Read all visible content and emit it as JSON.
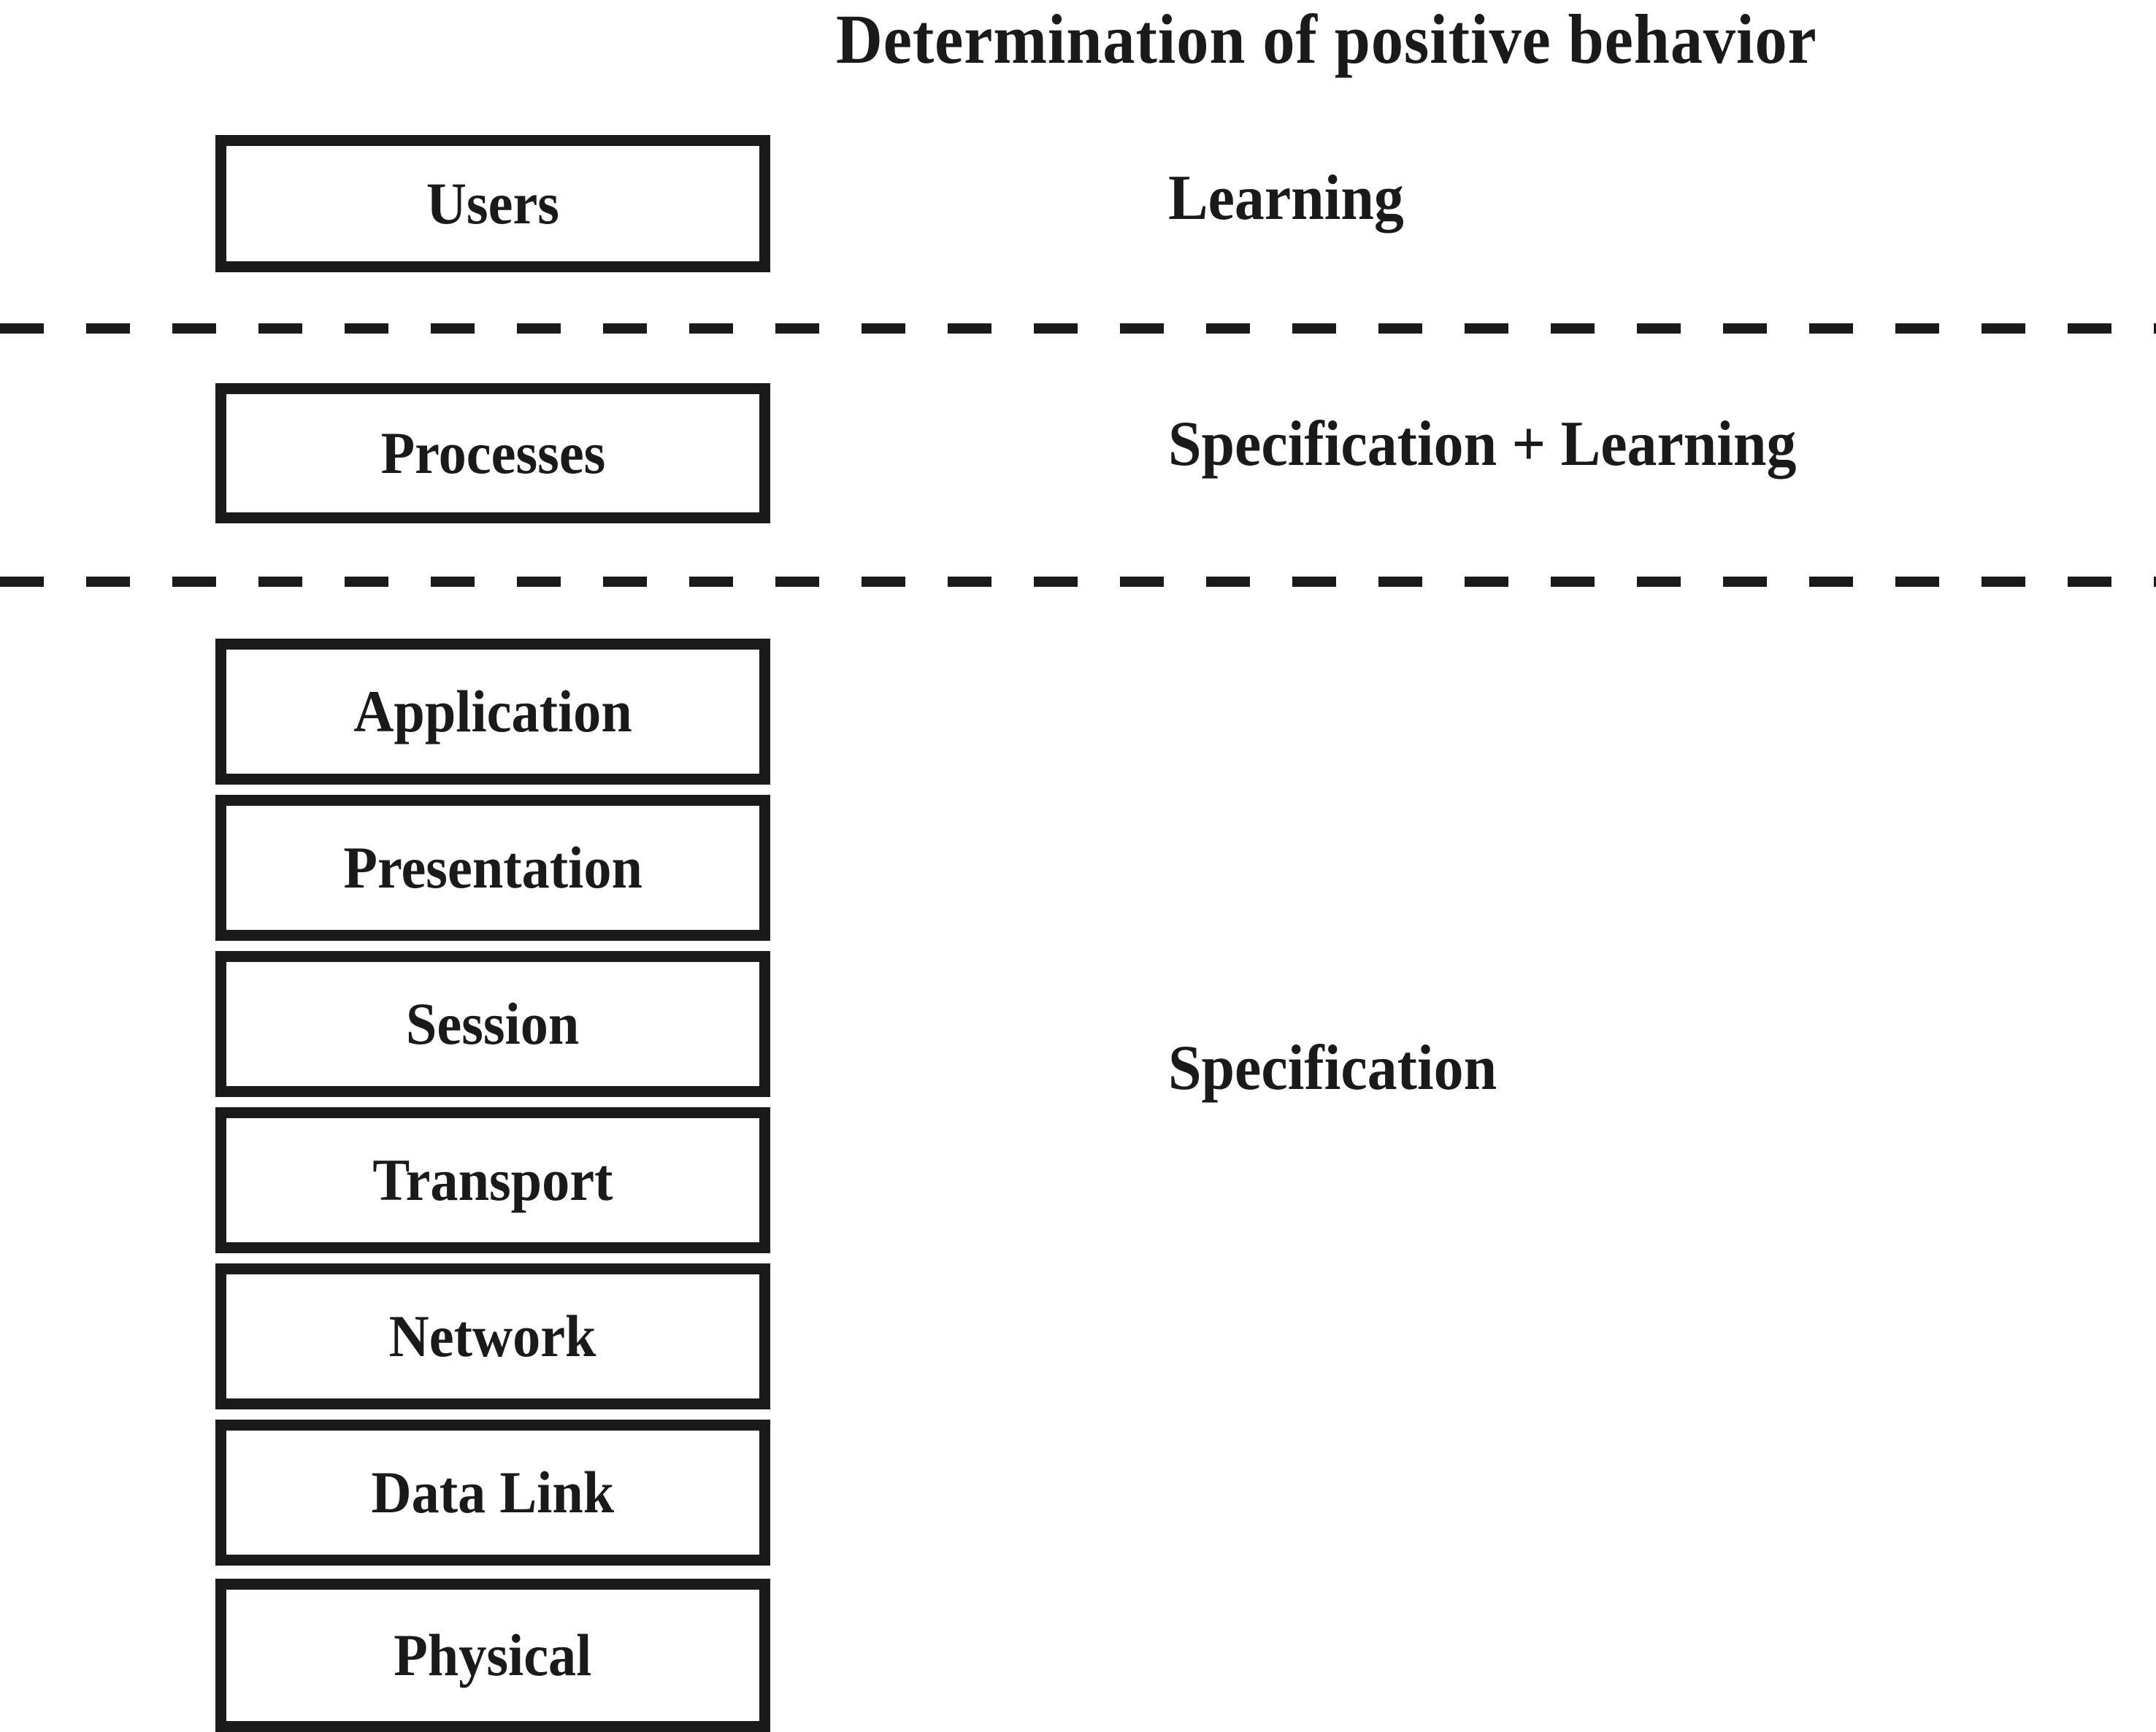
{
  "diagram": {
    "title": "Determination of positive behavior",
    "layers_column": {
      "top_group": [
        {
          "label": "Users"
        }
      ],
      "middle_group": [
        {
          "label": "Processes"
        }
      ],
      "bottom_group": [
        {
          "label": "Application"
        },
        {
          "label": "Presentation"
        },
        {
          "label": "Session"
        },
        {
          "label": "Transport"
        },
        {
          "label": "Network"
        },
        {
          "label": "Data Link"
        },
        {
          "label": "Physical"
        }
      ]
    },
    "annotations": [
      {
        "label": "Learning"
      },
      {
        "label": "Specification + Learning"
      },
      {
        "label": "Specification"
      }
    ],
    "separators": [
      {
        "style": "dashed"
      },
      {
        "style": "dashed"
      }
    ],
    "colors": {
      "ink": "#1a1a1a",
      "background": "#ffffff"
    }
  }
}
